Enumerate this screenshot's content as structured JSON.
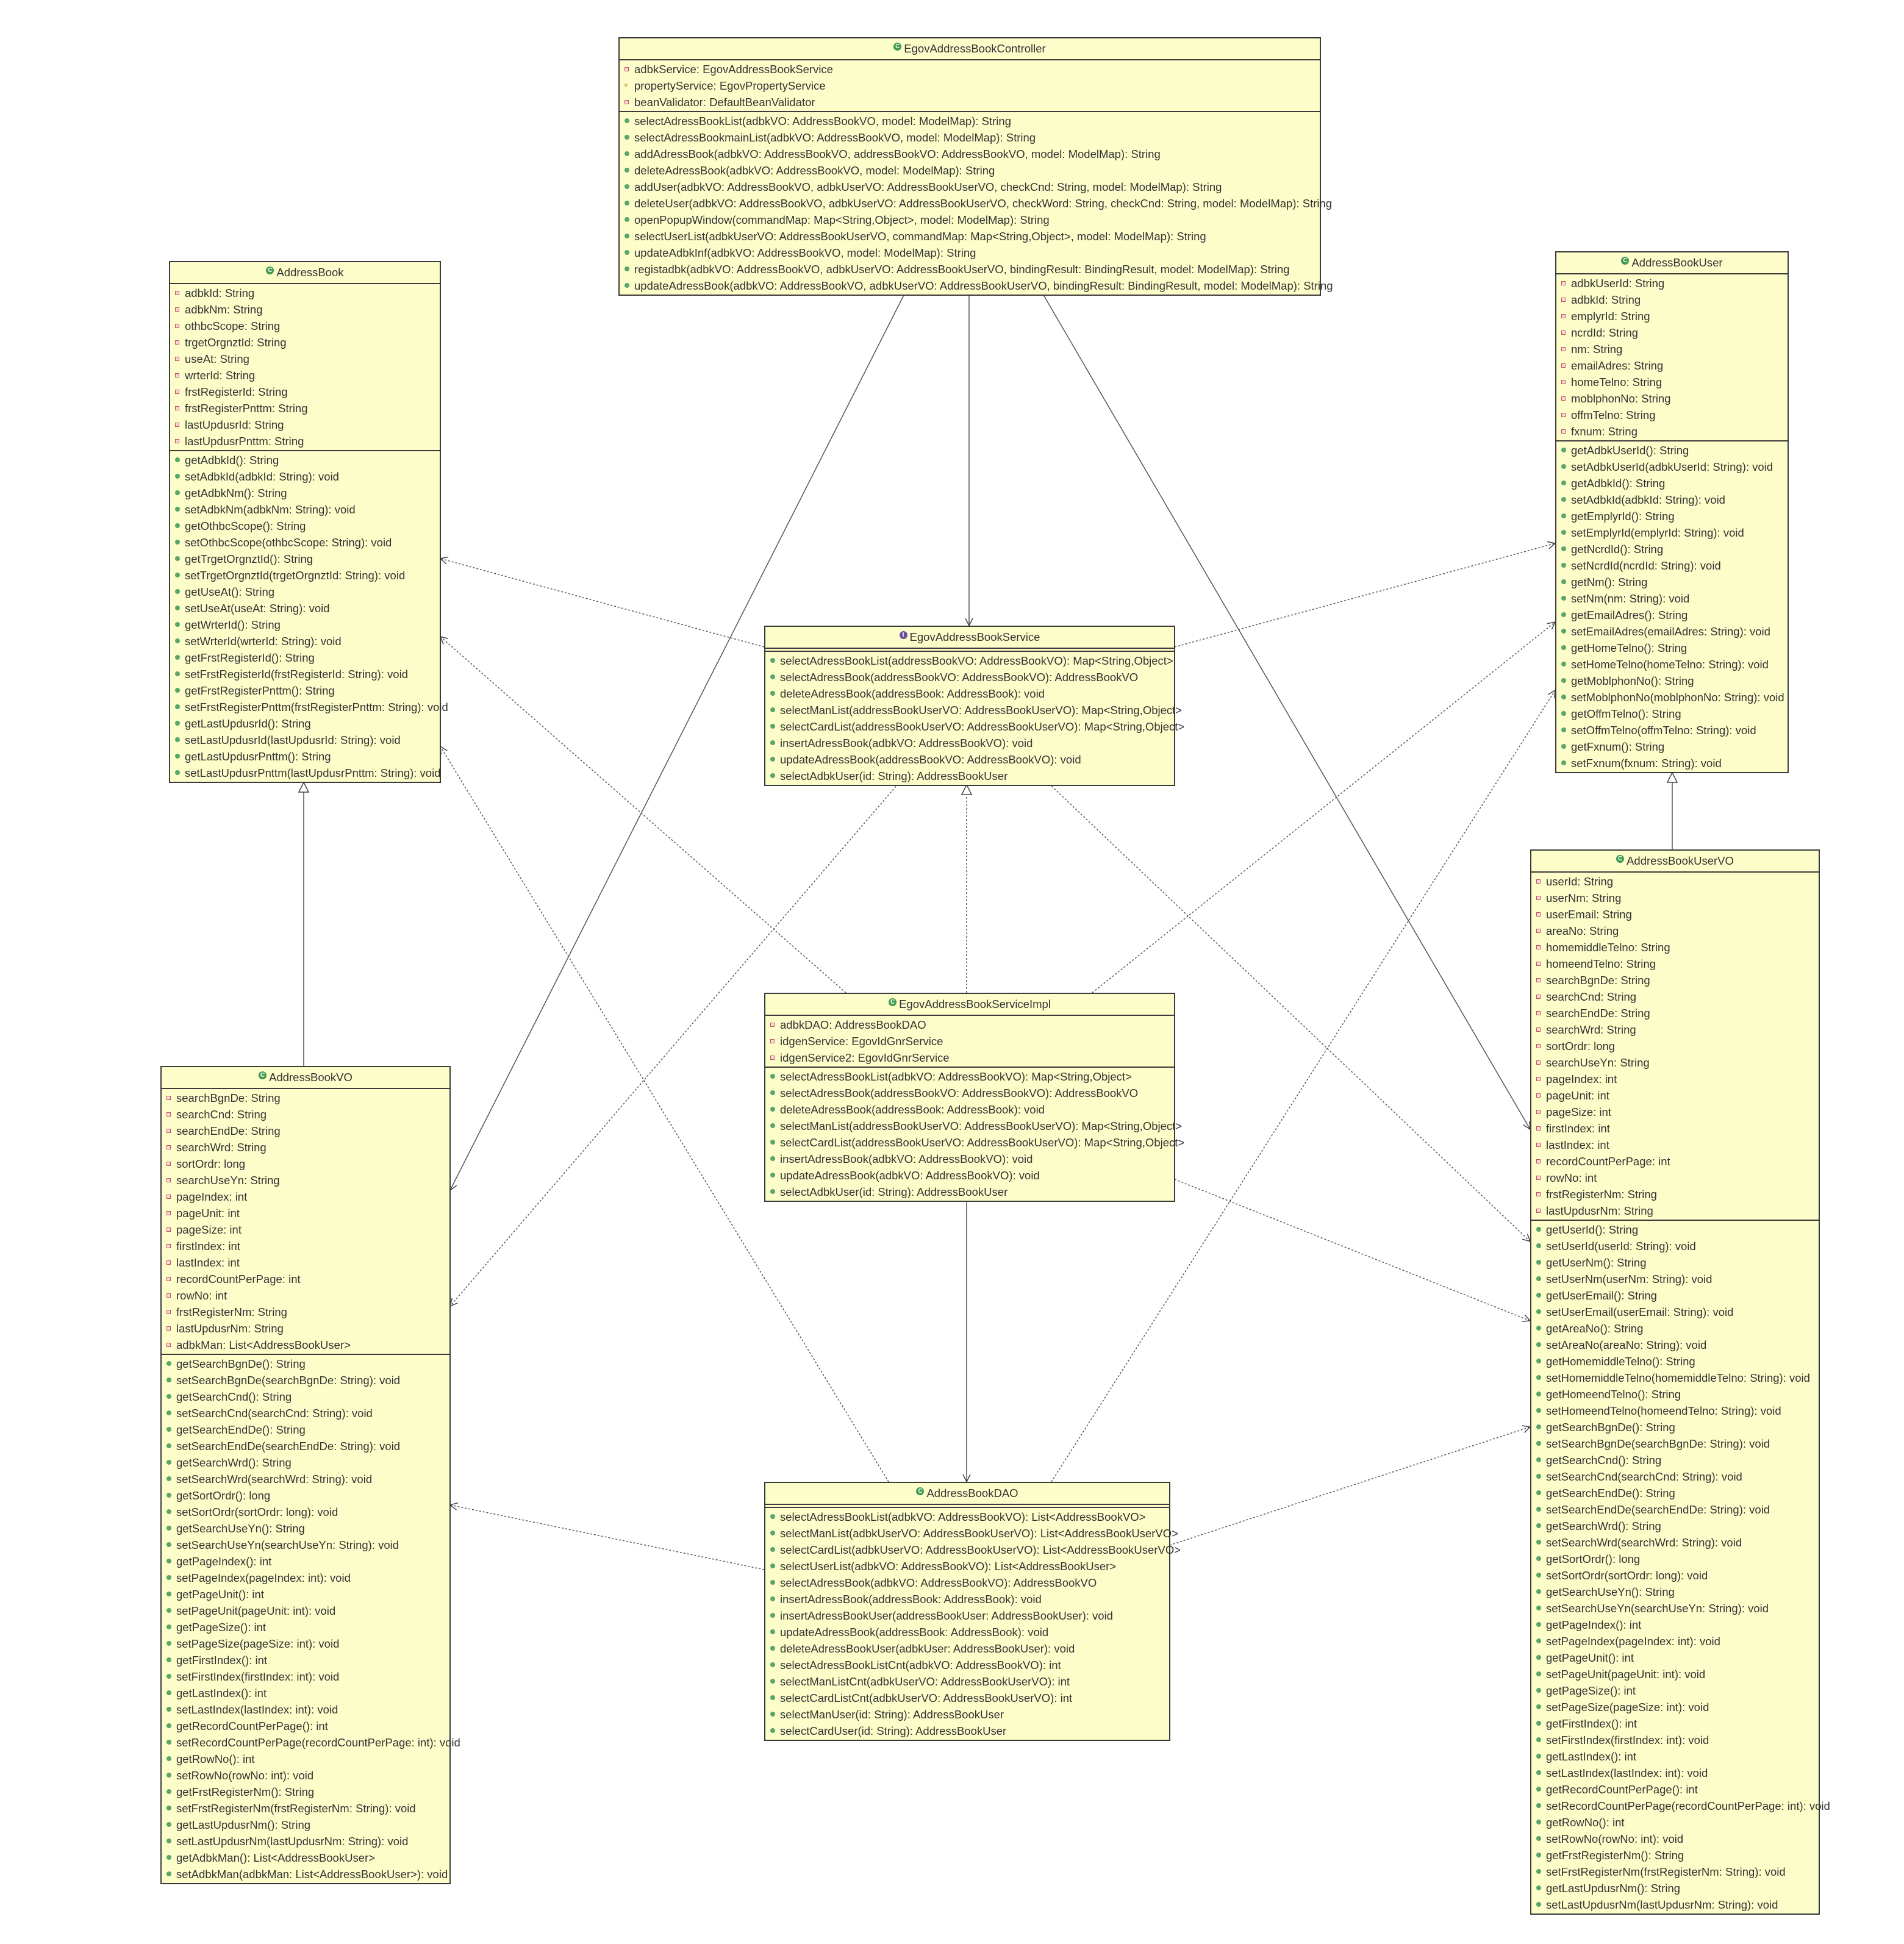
{
  "diagram": {
    "classes": {
      "controller": {
        "name": "EgovAddressBookController",
        "kind": "class",
        "fields": [
          "adbkService: EgovAddressBookService",
          "propertyService: EgovPropertyService",
          "beanValidator: DefaultBeanValidator"
        ],
        "field_vis": [
          "private",
          "protected",
          "private"
        ],
        "methods": [
          "selectAdressBookList(adbkVO: AddressBookVO, model: ModelMap): String",
          "selectAdressBookmainList(adbkVO: AddressBookVO, model: ModelMap): String",
          "addAdressBook(adbkVO: AddressBookVO, addressBookVO: AddressBookVO, model: ModelMap): String",
          "deleteAdressBook(adbkVO: AddressBookVO, model: ModelMap): String",
          "addUser(adbkVO: AddressBookVO, adbkUserVO: AddressBookUserVO, checkCnd: String, model: ModelMap): String",
          "deleteUser(adbkVO: AddressBookVO, adbkUserVO: AddressBookUserVO, checkWord: String, checkCnd: String, model: ModelMap): String",
          "openPopupWindow(commandMap: Map<String,Object>, model: ModelMap): String",
          "selectUserList(adbkUserVO: AddressBookUserVO, commandMap: Map<String,Object>, model: ModelMap): String",
          "updateAdbkInf(adbkVO: AddressBookVO, model: ModelMap): String",
          "registadbk(adbkVO: AddressBookVO, adbkUserVO: AddressBookUserVO, bindingResult: BindingResult, model: ModelMap): String",
          "updateAdressBook(adbkVO: AddressBookVO, adbkUserVO: AddressBookUserVO, bindingResult: BindingResult, model: ModelMap): String"
        ]
      },
      "address_book": {
        "name": "AddressBook",
        "kind": "class",
        "fields": [
          "adbkId: String",
          "adbkNm: String",
          "othbcScope: String",
          "trgetOrgnztId: String",
          "useAt: String",
          "wrterId: String",
          "frstRegisterId: String",
          "frstRegisterPnttm: String",
          "lastUpdusrId: String",
          "lastUpdusrPnttm: String"
        ],
        "methods": [
          "getAdbkId(): String",
          "setAdbkId(adbkId: String): void",
          "getAdbkNm(): String",
          "setAdbkNm(adbkNm: String): void",
          "getOthbcScope(): String",
          "setOthbcScope(othbcScope: String): void",
          "getTrgetOrgnztId(): String",
          "setTrgetOrgnztId(trgetOrgnztId: String): void",
          "getUseAt(): String",
          "setUseAt(useAt: String): void",
          "getWrterId(): String",
          "setWrterId(wrterId: String): void",
          "getFrstRegisterId(): String",
          "setFrstRegisterId(frstRegisterId: String): void",
          "getFrstRegisterPnttm(): String",
          "setFrstRegisterPnttm(frstRegisterPnttm: String): void",
          "getLastUpdusrId(): String",
          "setLastUpdusrId(lastUpdusrId: String): void",
          "getLastUpdusrPnttm(): String",
          "setLastUpdusrPnttm(lastUpdusrPnttm: String): void"
        ]
      },
      "address_book_user": {
        "name": "AddressBookUser",
        "kind": "class",
        "fields": [
          "adbkUserId: String",
          "adbkId: String",
          "emplyrId: String",
          "ncrdId: String",
          "nm: String",
          "emailAdres: String",
          "homeTelno: String",
          "moblphonNo: String",
          "offmTelno: String",
          "fxnum: String"
        ],
        "methods": [
          "getAdbkUserId(): String",
          "setAdbkUserId(adbkUserId: String): void",
          "getAdbkId(): String",
          "setAdbkId(adbkId: String): void",
          "getEmplyrId(): String",
          "setEmplyrId(emplyrId: String): void",
          "getNcrdId(): String",
          "setNcrdId(ncrdId: String): void",
          "getNm(): String",
          "setNm(nm: String): void",
          "getEmailAdres(): String",
          "setEmailAdres(emailAdres: String): void",
          "getHomeTelno(): String",
          "setHomeTelno(homeTelno: String): void",
          "getMoblphonNo(): String",
          "setMoblphonNo(moblphonNo: String): void",
          "getOffmTelno(): String",
          "setOffmTelno(offmTelno: String): void",
          "getFxnum(): String",
          "setFxnum(fxnum: String): void"
        ]
      },
      "service": {
        "name": "EgovAddressBookService",
        "kind": "interface",
        "fields": [],
        "methods": [
          "selectAdressBookList(addressBookVO: AddressBookVO): Map<String,Object>",
          "selectAdressBook(addressBookVO: AddressBookVO): AddressBookVO",
          "deleteAdressBook(addressBook: AddressBook): void",
          "selectManList(addressBookUserVO: AddressBookUserVO): Map<String,Object>",
          "selectCardList(addressBookUserVO: AddressBookUserVO): Map<String,Object>",
          "insertAdressBook(adbkVO: AddressBookVO): void",
          "updateAdressBook(addressBookVO: AddressBookVO): void",
          "selectAdbkUser(id: String): AddressBookUser"
        ]
      },
      "service_impl": {
        "name": "EgovAddressBookServiceImpl",
        "kind": "class",
        "fields": [
          "adbkDAO: AddressBookDAO",
          "idgenService: EgovIdGnrService",
          "idgenService2: EgovIdGnrService"
        ],
        "methods": [
          "selectAdressBookList(adbkVO: AddressBookVO): Map<String,Object>",
          "selectAdressBook(addressBookVO: AddressBookVO): AddressBookVO",
          "deleteAdressBook(addressBook: AddressBook): void",
          "selectManList(addressBookUserVO: AddressBookUserVO): Map<String,Object>",
          "selectCardList(addressBookUserVO: AddressBookUserVO): Map<String,Object>",
          "insertAdressBook(adbkVO: AddressBookVO): void",
          "updateAdressBook(adbkVO: AddressBookVO): void",
          "selectAdbkUser(id: String): AddressBookUser"
        ]
      },
      "address_book_vo": {
        "name": "AddressBookVO",
        "kind": "class",
        "fields": [
          "searchBgnDe: String",
          "searchCnd: String",
          "searchEndDe: String",
          "searchWrd: String",
          "sortOrdr: long",
          "searchUseYn: String",
          "pageIndex: int",
          "pageUnit: int",
          "pageSize: int",
          "firstIndex: int",
          "lastIndex: int",
          "recordCountPerPage: int",
          "rowNo: int",
          "frstRegisterNm: String",
          "lastUpdusrNm: String",
          "adbkMan: List<AddressBookUser>"
        ],
        "methods": [
          "getSearchBgnDe(): String",
          "setSearchBgnDe(searchBgnDe: String): void",
          "getSearchCnd(): String",
          "setSearchCnd(searchCnd: String): void",
          "getSearchEndDe(): String",
          "setSearchEndDe(searchEndDe: String): void",
          "getSearchWrd(): String",
          "setSearchWrd(searchWrd: String): void",
          "getSortOrdr(): long",
          "setSortOrdr(sortOrdr: long): void",
          "getSearchUseYn(): String",
          "setSearchUseYn(searchUseYn: String): void",
          "getPageIndex(): int",
          "setPageIndex(pageIndex: int): void",
          "getPageUnit(): int",
          "setPageUnit(pageUnit: int): void",
          "getPageSize(): int",
          "setPageSize(pageSize: int): void",
          "getFirstIndex(): int",
          "setFirstIndex(firstIndex: int): void",
          "getLastIndex(): int",
          "setLastIndex(lastIndex: int): void",
          "getRecordCountPerPage(): int",
          "setRecordCountPerPage(recordCountPerPage: int): void",
          "getRowNo(): int",
          "setRowNo(rowNo: int): void",
          "getFrstRegisterNm(): String",
          "setFrstRegisterNm(frstRegisterNm: String): void",
          "getLastUpdusrNm(): String",
          "setLastUpdusrNm(lastUpdusrNm: String): void",
          "getAdbkMan(): List<AddressBookUser>",
          "setAdbkMan(adbkMan: List<AddressBookUser>): void"
        ]
      },
      "address_book_user_vo": {
        "name": "AddressBookUserVO",
        "kind": "class",
        "fields": [
          "userId: String",
          "userNm: String",
          "userEmail: String",
          "areaNo: String",
          "homemiddleTelno: String",
          "homeendTelno: String",
          "searchBgnDe: String",
          "searchCnd: String",
          "searchEndDe: String",
          "searchWrd: String",
          "sortOrdr: long",
          "searchUseYn: String",
          "pageIndex: int",
          "pageUnit: int",
          "pageSize: int",
          "firstIndex: int",
          "lastIndex: int",
          "recordCountPerPage: int",
          "rowNo: int",
          "frstRegisterNm: String",
          "lastUpdusrNm: String"
        ],
        "methods": [
          "getUserId(): String",
          "setUserId(userId: String): void",
          "getUserNm(): String",
          "setUserNm(userNm: String): void",
          "getUserEmail(): String",
          "setUserEmail(userEmail: String): void",
          "getAreaNo(): String",
          "setAreaNo(areaNo: String): void",
          "getHomemiddleTelno(): String",
          "setHomemiddleTelno(homemiddleTelno: String): void",
          "getHomeendTelno(): String",
          "setHomeendTelno(homeendTelno: String): void",
          "getSearchBgnDe(): String",
          "setSearchBgnDe(searchBgnDe: String): void",
          "getSearchCnd(): String",
          "setSearchCnd(searchCnd: String): void",
          "getSearchEndDe(): String",
          "setSearchEndDe(searchEndDe: String): void",
          "getSearchWrd(): String",
          "setSearchWrd(searchWrd: String): void",
          "getSortOrdr(): long",
          "setSortOrdr(sortOrdr: long): void",
          "getSearchUseYn(): String",
          "setSearchUseYn(searchUseYn: String): void",
          "getPageIndex(): int",
          "setPageIndex(pageIndex: int): void",
          "getPageUnit(): int",
          "setPageUnit(pageUnit: int): void",
          "getPageSize(): int",
          "setPageSize(pageSize: int): void",
          "getFirstIndex(): int",
          "setFirstIndex(firstIndex: int): void",
          "getLastIndex(): int",
          "setLastIndex(lastIndex: int): void",
          "getRecordCountPerPage(): int",
          "setRecordCountPerPage(recordCountPerPage: int): void",
          "getRowNo(): int",
          "setRowNo(rowNo: int): void",
          "getFrstRegisterNm(): String",
          "setFrstRegisterNm(frstRegisterNm: String): void",
          "getLastUpdusrNm(): String",
          "setLastUpdusrNm(lastUpdusrNm: String): void"
        ]
      },
      "dao": {
        "name": "AddressBookDAO",
        "kind": "class",
        "fields": [],
        "methods": [
          "selectAdressBookList(adbkVO: AddressBookVO): List<AddressBookVO>",
          "selectManList(adbkUserVO: AddressBookUserVO): List<AddressBookUserVO>",
          "selectCardList(adbkUserVO: AddressBookUserVO): List<AddressBookUserVO>",
          "selectUserList(adbkVO: AddressBookVO): List<AddressBookUser>",
          "selectAdressBook(adbkVO: AddressBookVO): AddressBookVO",
          "insertAdressBook(addressBook: AddressBook): void",
          "insertAdressBookUser(addressBookUser: AddressBookUser): void",
          "updateAdressBook(addressBook: AddressBook): void",
          "deleteAdressBookUser(adbkUser: AddressBookUser): void",
          "selectAdressBookListCnt(adbkVO: AddressBookVO): int",
          "selectManListCnt(adbkUserVO: AddressBookUserVO): int",
          "selectCardListCnt(adbkUserVO: AddressBookUserVO): int",
          "selectManUser(id: String): AddressBookUser",
          "selectCardUser(id: String): AddressBookUser"
        ]
      }
    },
    "relations": [
      {
        "from": "controller",
        "to": "address_book_vo",
        "type": "association"
      },
      {
        "from": "controller",
        "to": "service",
        "type": "association"
      },
      {
        "from": "controller",
        "to": "address_book_user_vo",
        "type": "association"
      },
      {
        "from": "service",
        "to": "address_book",
        "type": "dependency"
      },
      {
        "from": "service",
        "to": "address_book_user",
        "type": "dependency"
      },
      {
        "from": "service",
        "to": "address_book_vo",
        "type": "dependency"
      },
      {
        "from": "service",
        "to": "address_book_user_vo",
        "type": "dependency"
      },
      {
        "from": "service_impl",
        "to": "service",
        "type": "realization"
      },
      {
        "from": "service_impl",
        "to": "address_book",
        "type": "dependency"
      },
      {
        "from": "service_impl",
        "to": "address_book_user",
        "type": "dependency"
      },
      {
        "from": "service_impl",
        "to": "address_book_user_vo",
        "type": "dependency"
      },
      {
        "from": "service_impl",
        "to": "dao",
        "type": "association"
      },
      {
        "from": "dao",
        "to": "address_book",
        "type": "dependency"
      },
      {
        "from": "dao",
        "to": "address_book_user",
        "type": "dependency"
      },
      {
        "from": "dao",
        "to": "address_book_vo",
        "type": "dependency"
      },
      {
        "from": "dao",
        "to": "address_book_user_vo",
        "type": "dependency"
      },
      {
        "from": "address_book_vo",
        "to": "address_book",
        "type": "generalization"
      },
      {
        "from": "address_book_user_vo",
        "to": "address_book_user",
        "type": "generalization"
      }
    ],
    "colors": {
      "box_fill": "#fdfdca",
      "border": "#3a3a3a",
      "class_icon": "#3f9a4f",
      "interface_icon": "#6b4fa0"
    }
  }
}
